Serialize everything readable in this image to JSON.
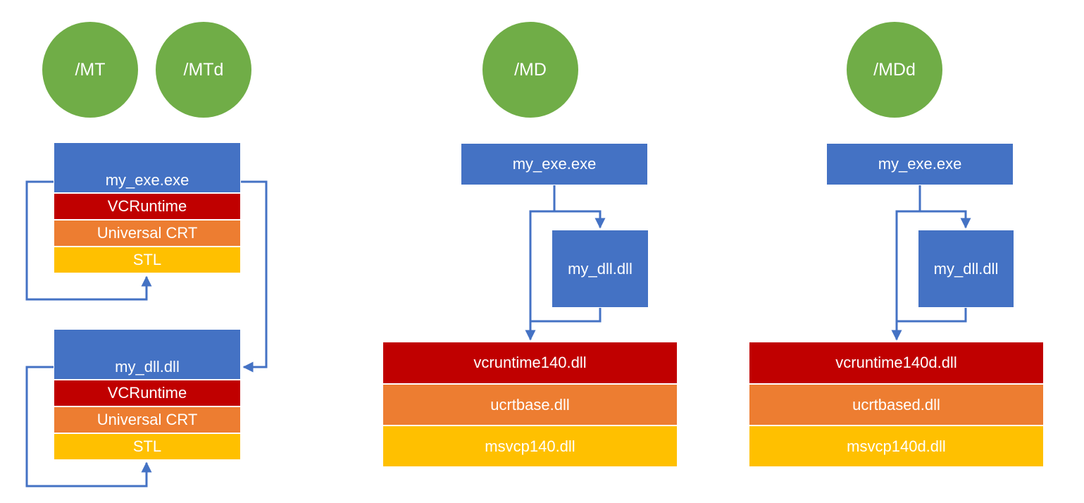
{
  "circles": {
    "mt": "/MT",
    "mtd": "/MTd",
    "md": "/MD",
    "mdd": "/MDd"
  },
  "static": {
    "exe": {
      "name": "my_exe.exe",
      "vcruntime": "VCRuntime",
      "ucrt": "Universal CRT",
      "stl": "STL"
    },
    "dll": {
      "name": "my_dll.dll",
      "vcruntime": "VCRuntime",
      "ucrt": "Universal CRT",
      "stl": "STL"
    }
  },
  "md": {
    "exe": "my_exe.exe",
    "dll": "my_dll.dll",
    "vcruntime": "vcruntime140.dll",
    "ucrt": "ucrtbase.dll",
    "stl": "msvcp140.dll"
  },
  "mdd": {
    "exe": "my_exe.exe",
    "dll": "my_dll.dll",
    "vcruntime": "vcruntime140d.dll",
    "ucrt": "ucrtbased.dll",
    "stl": "msvcp140d.dll"
  },
  "colors": {
    "green": "#70ad47",
    "blue": "#4472c4",
    "red": "#c00000",
    "orange": "#ed7d31",
    "yellow": "#ffc000"
  }
}
